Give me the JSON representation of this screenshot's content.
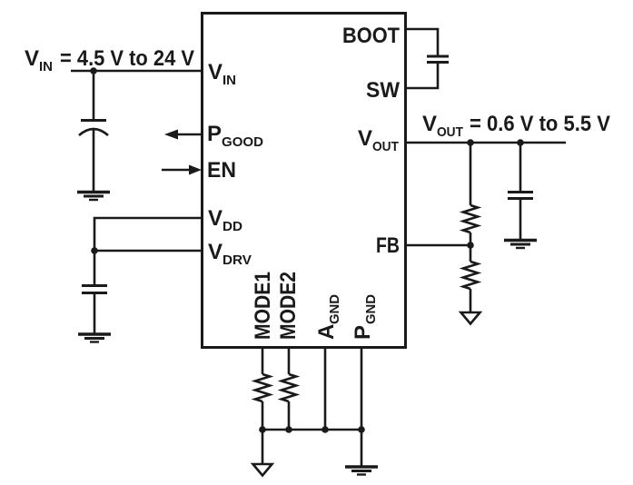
{
  "diagram": {
    "kind": "dc-dc converter application circuit",
    "colors": {
      "stroke": "#1a1a1a",
      "background": "#ffffff"
    },
    "input_annotation": {
      "main": "V",
      "sub": "IN",
      "rest": "= 4.5 V to 24 V"
    },
    "output_annotation": {
      "main": "V",
      "sub": "OUT",
      "rest": "= 0.6 V to 5.5 V"
    },
    "pins": {
      "vin": {
        "main": "V",
        "sub": "IN"
      },
      "pgood": {
        "main": "P",
        "sub": "GOOD"
      },
      "en": {
        "main": "EN"
      },
      "vdd": {
        "main": "V",
        "sub": "DD"
      },
      "vdrv": {
        "main": "V",
        "sub": "DRV"
      },
      "boot": {
        "main": "BOOT"
      },
      "sw": {
        "main": "SW"
      },
      "vout": {
        "main": "V",
        "sub": "OUT"
      },
      "fb": {
        "main": "FB"
      },
      "mode1": {
        "main": "MODE1"
      },
      "mode2": {
        "main": "MODE2"
      },
      "agnd": {
        "main": "A",
        "sub": "GND"
      },
      "pgnd": {
        "main": "P",
        "sub": "GND"
      }
    }
  }
}
